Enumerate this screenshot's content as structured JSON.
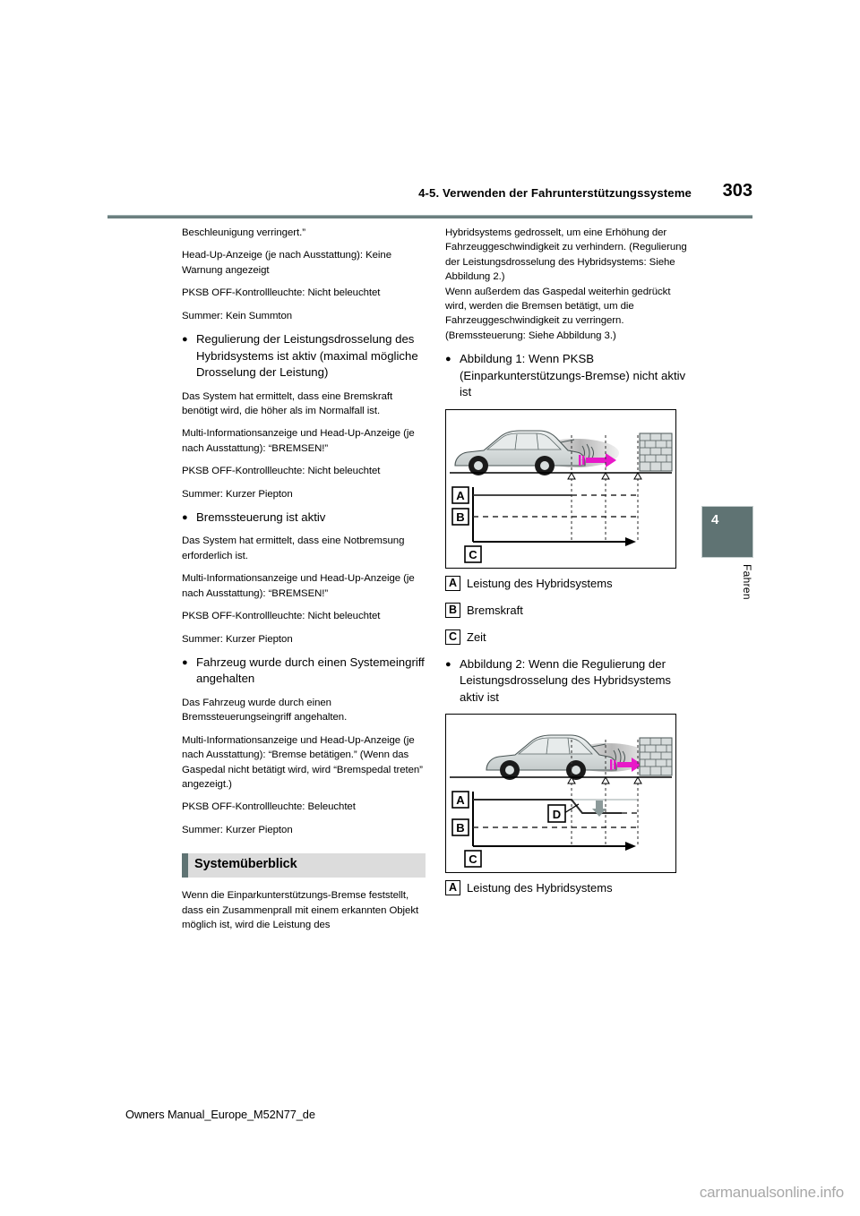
{
  "header": {
    "section_title": "4-5. Verwenden der Fahrunterstützungssysteme",
    "page_number": "303"
  },
  "side_tab": {
    "number": "4",
    "label": "Fahren"
  },
  "footer": {
    "file_name": "Owners Manual_Europe_M52N77_de",
    "watermark": "carmanualsonline.info"
  },
  "left_column": {
    "paragraphs": [
      "Beschleunigung verringert.”",
      "Head-Up-Anzeige (je nach Ausstattung): Keine Warnung angezeigt",
      "PKSB OFF-Kontrollleuchte: Nicht beleuchtet",
      "Summer: Kein Summton"
    ],
    "bullet_1": "Regulierung der Leistungsdrosselung des Hybridsystems ist aktiv (maximal mögliche Drosselung der Leistung)",
    "after_bullet_1": [
      "Das System hat ermittelt, dass eine Bremskraft benötigt wird, die höher als im Normalfall ist.",
      "Multi-Informationsanzeige und Head-Up-Anzeige (je nach Ausstattung): “BREMSEN!”",
      "PKSB OFF-Kontrollleuchte: Nicht beleuchtet",
      "Summer: Kurzer Piepton"
    ],
    "bullet_2": "Bremssteuerung ist aktiv",
    "after_bullet_2": [
      "Das System hat ermittelt, dass eine Notbremsung erforderlich ist.",
      "Multi-Informationsanzeige und Head-Up-Anzeige (je nach Ausstattung): “BREMSEN!”",
      "PKSB OFF-Kontrollleuchte: Nicht beleuchtet",
      "Summer: Kurzer Piepton"
    ],
    "bullet_3": "Fahrzeug wurde durch einen Systemeingriff angehalten",
    "after_bullet_3": [
      "Das Fahrzeug wurde durch einen Bremssteuerungseingriff angehalten.",
      "Multi-Informationsanzeige und Head-Up-Anzeige (je nach Ausstattung): “Bremse betätigen.” (Wenn das Gaspedal nicht betätigt wird, wird “Bremspedal treten” angezeigt.)",
      "PKSB OFF-Kontrollleuchte: Beleuchtet",
      "Summer: Kurzer Piepton"
    ],
    "section_heading": "Systemüberblick",
    "section_paragraph": "Wenn die Einparkunterstützungs-Bremse feststellt, dass ein Zusammenprall mit einem erkannten Objekt möglich ist, wird die Leistung des"
  },
  "right_column": {
    "paragraphs": [
      "Hybridsystems gedrosselt, um eine Erhöhung der Fahrzeuggeschwindigkeit zu verhindern. (Regulierung der Leistungsdrosselung des Hybridsystems: Siehe Abbildung 2.)",
      "Wenn außerdem das Gaspedal weiterhin gedrückt wird, werden die Bremsen betätigt, um die Fahrzeuggeschwindigkeit zu verringern. (Bremssteuerung: Siehe Abbildung 3.)"
    ],
    "bullet_fig1": "Abbildung 1: Wenn PKSB (Einparkunterstützungs-Bremse) nicht aktiv ist",
    "figure1_legend": [
      {
        "key": "A",
        "text": "Leistung des Hybridsystems"
      },
      {
        "key": "B",
        "text": "Bremskraft"
      },
      {
        "key": "C",
        "text": "Zeit"
      }
    ],
    "bullet_fig2": "Abbildung 2: Wenn die Regulierung der Leistungsdrosselung des Hybridsystems aktiv ist",
    "figure2_legend": [
      {
        "key": "A",
        "text": "Leistung des Hybridsystems"
      }
    ],
    "figure1_markers": {
      "a": "A",
      "b": "B",
      "c": "C"
    },
    "figure2_markers": {
      "a": "A",
      "b": "B",
      "c": "C",
      "d": "D"
    }
  },
  "colors": {
    "accent_slate": "#5f7373",
    "rule": "#6b7f7f",
    "section_bg": "#dcdcdc",
    "arrow_magenta": "#e818c8",
    "car_body": "#d5dbdb",
    "watermark_gray": "#a8a8a8"
  }
}
